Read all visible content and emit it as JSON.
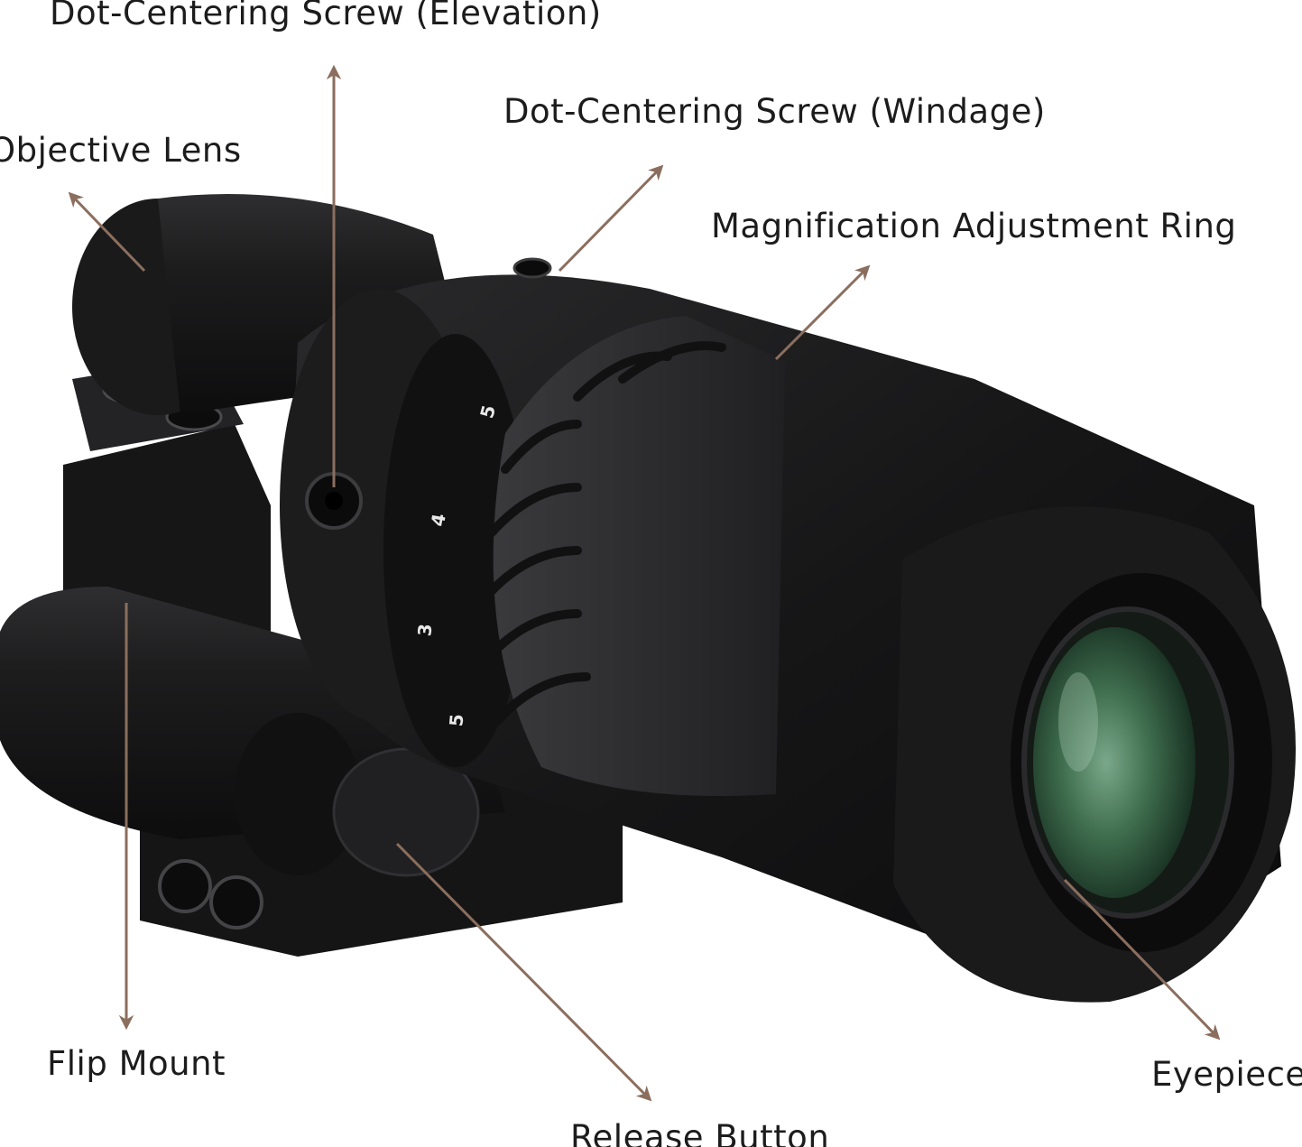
{
  "labels": {
    "elevation_screw": "Dot-Centering Screw (Elevation)",
    "windage_screw": "Dot-Centering Screw (Windage)",
    "objective_lens": "Objective Lens",
    "magnification_ring": "Magnification Adjustment Ring",
    "flip_mount": "Flip Mount",
    "release_button": "Release Button",
    "eyepiece": "Eyepiece"
  },
  "ring_markings": [
    "5",
    "4",
    "3",
    "5"
  ],
  "colors": {
    "arrow": "#8b6e5e",
    "body": "#1b1b1c",
    "lens": "#3f6e4e"
  }
}
